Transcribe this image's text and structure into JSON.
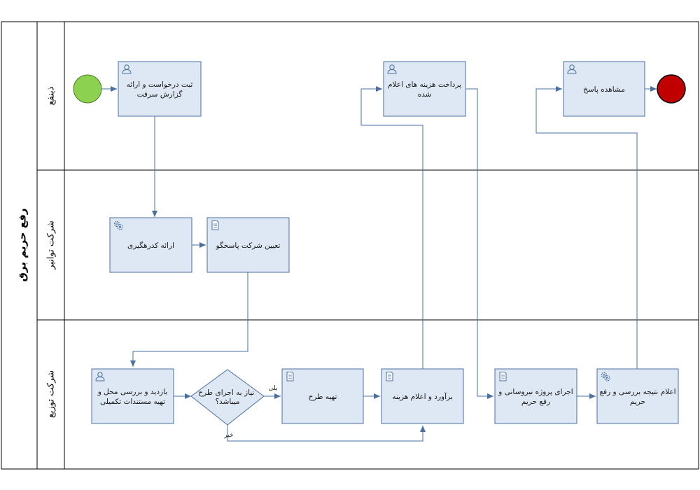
{
  "pool": {
    "title": "رفع حریم برق"
  },
  "lanes": [
    {
      "id": "lane-beneficiary",
      "title": "ذینفع"
    },
    {
      "id": "lane-transmission",
      "title": "شرکت توانیر"
    },
    {
      "id": "lane-distribution",
      "title": "شرکت توزیع"
    }
  ],
  "tasks": [
    {
      "id": "t1",
      "type": "user",
      "lines": [
        "ثبت درخواست و ارائه",
        "گزارش سرقت"
      ]
    },
    {
      "id": "t2",
      "type": "service",
      "lines": [
        "ارائه کدرهگیری"
      ]
    },
    {
      "id": "t3",
      "type": "script",
      "lines": [
        "تعیین شرکت پاسخگو"
      ]
    },
    {
      "id": "t4",
      "type": "user",
      "lines": [
        "بازدید و بررسی محل و",
        "تهیه مستندات تکمیلی"
      ]
    },
    {
      "id": "t5",
      "type": "script",
      "lines": [
        "تهیه طرح"
      ]
    },
    {
      "id": "t6",
      "type": "script",
      "lines": [
        "برآورد و اعلام هزینه"
      ]
    },
    {
      "id": "t7",
      "type": "user",
      "lines": [
        "پرداخت هزینه های اعلام",
        "شده"
      ]
    },
    {
      "id": "t8",
      "type": "script",
      "lines": [
        "اجرای پروژه نیروسانی و",
        "رفع حریم"
      ]
    },
    {
      "id": "t9",
      "type": "service",
      "lines": [
        "اعلام نتیجه بررسی و رفع",
        "حریم"
      ]
    },
    {
      "id": "t10",
      "type": "user",
      "lines": [
        "مشاهده پاسخ"
      ]
    }
  ],
  "gateway": {
    "lines": [
      "نیاز به اجرای طرح",
      "میباشد؟"
    ],
    "yes_label": "بلی",
    "no_label": "خیر"
  },
  "colors": {
    "task_fill": "#dde8f4",
    "task_stroke": "#4a6fa0",
    "flow": "#4a6fa0",
    "start_fill": "#8cd14f",
    "end_fill": "#c00000",
    "lane_border": "#000000"
  }
}
